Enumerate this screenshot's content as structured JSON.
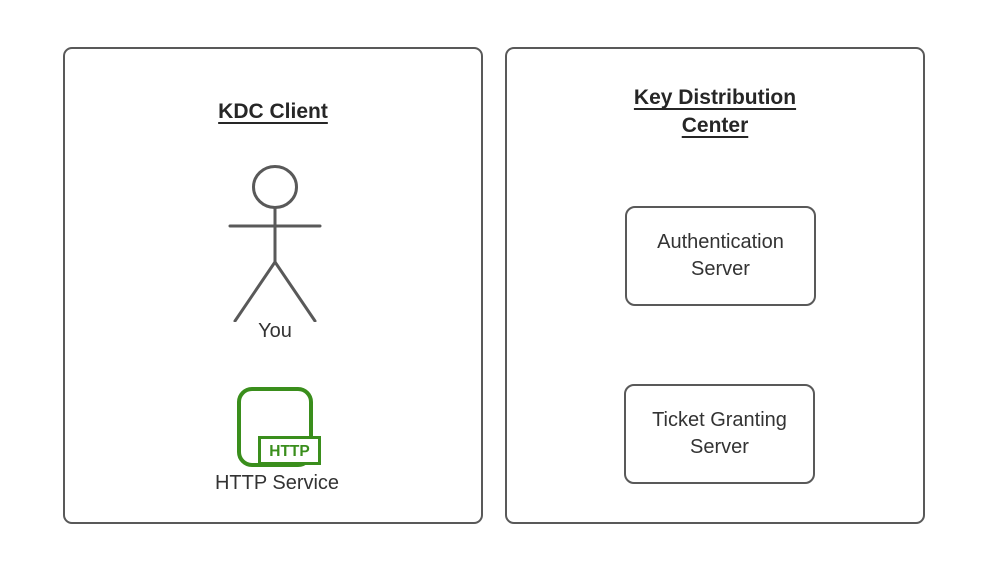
{
  "colors": {
    "stroke_gray": "#595959",
    "title_text": "#262626",
    "label_text": "#333333",
    "service_green": "#3a8e1c",
    "background": "#ffffff"
  },
  "left_panel": {
    "title": "KDC Client",
    "actor_label": "You",
    "service_badge": "HTTP",
    "service_label": "HTTP Service"
  },
  "right_panel": {
    "title_lines": [
      "Key Distribution",
      "Center"
    ],
    "nodes": [
      {
        "lines": [
          "Authentication",
          "Server"
        ]
      },
      {
        "lines": [
          "Ticket Granting",
          "Server"
        ]
      }
    ]
  }
}
